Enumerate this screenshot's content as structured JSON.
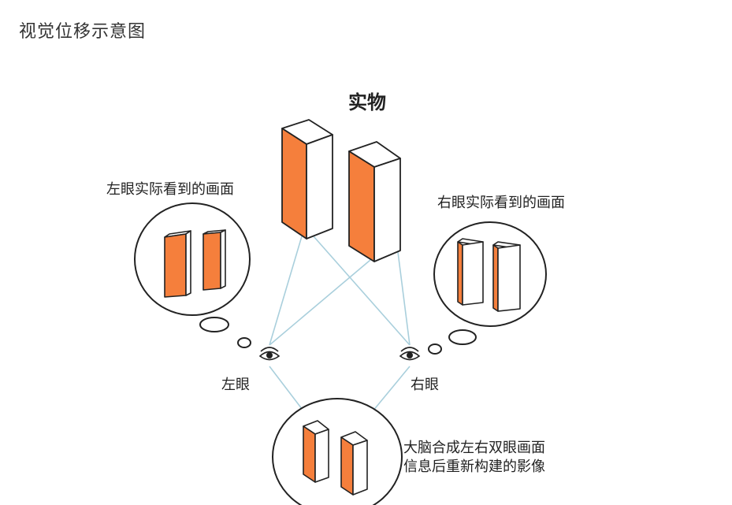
{
  "page": {
    "title": "视觉位移示意图"
  },
  "diagram": {
    "object_label": "实物",
    "left_view_label": "左眼实际看到的画面",
    "right_view_label": "右眼实际看到的画面",
    "left_eye_label": "左眼",
    "right_eye_label": "右眼",
    "brain_note_line1": "大脑合成左右双眼画面",
    "brain_note_line2": "信息后重新构建的影像",
    "colors": {
      "orange": "#f57f3c",
      "outline": "#222222",
      "sight_line": "#a9cfdc",
      "white": "#ffffff"
    }
  }
}
